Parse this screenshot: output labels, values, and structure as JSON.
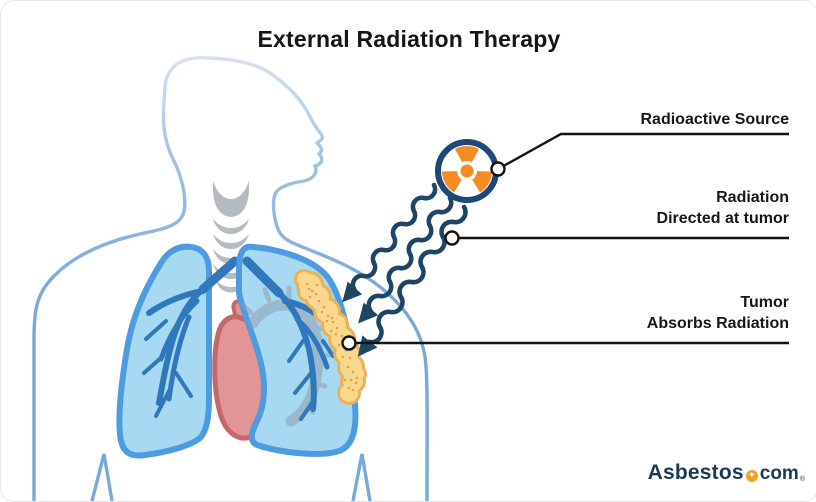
{
  "title": "External Radiation Therapy",
  "callouts": {
    "source": {
      "label": "Radioactive Source"
    },
    "radiation": {
      "line1": "Radiation",
      "line2": "Directed at tumor"
    },
    "tumor": {
      "line1": "Tumor",
      "line2": "Absorbs Radiation"
    }
  },
  "logo": {
    "brand": "Asbestos",
    "badge": "+",
    "tld": "com",
    "registered": "®"
  },
  "colors": {
    "navy_waves": "#1e4466",
    "source_ring": "#1c4979",
    "trefoil_orange": "#f68b1f",
    "lung_fill": "#a8d9f3",
    "lung_stroke": "#4d9be0",
    "bronchi_blue": "#3077bb",
    "heart_fill": "#e29595",
    "heart_stroke": "#c4686c",
    "tumor_fill": "#f8d88e",
    "tumor_border": "#eab254",
    "tumor_speckle": "#ef9d3d",
    "body_outline_blue": "#7fb0e0",
    "cartilage_gray": "#b6bbc0",
    "callout_line": "#141414",
    "logo_navy": "#1c3a57",
    "logo_orange": "#f5a11d"
  }
}
